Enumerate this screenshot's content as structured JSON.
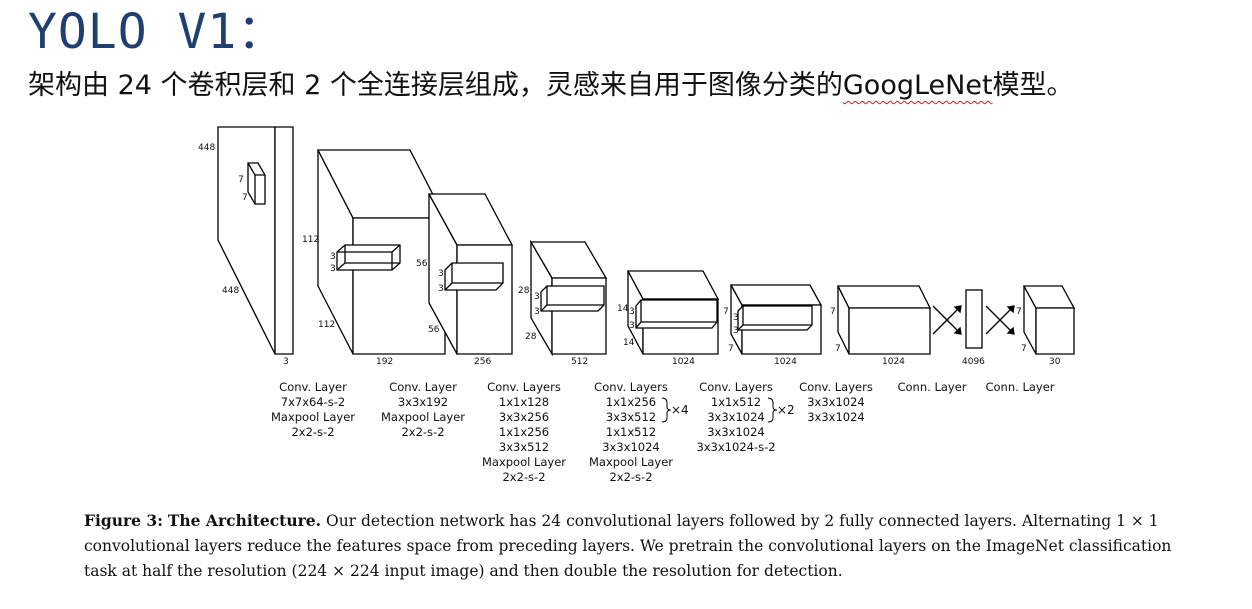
{
  "title": "YOLO V1：",
  "subtitle": {
    "before": "架构由 24 个卷积层和 2 个全连接层组成，灵感来自用于图像分类的",
    "link": "GoogLeNet",
    "after": "模型。"
  },
  "diagram": {
    "input": {
      "h": "448",
      "w": "448",
      "d": "3",
      "k1": "7",
      "k2": "7"
    },
    "blocks": [
      {
        "h": "112",
        "w": "112",
        "d": "192",
        "k1": "3",
        "k2": "3"
      },
      {
        "h": "56",
        "w": "56",
        "d": "256",
        "k1": "3",
        "k2": "3"
      },
      {
        "h": "28",
        "w": "28",
        "d": "512",
        "k1": "3",
        "k2": "3"
      },
      {
        "h": "14",
        "w": "14",
        "d": "1024",
        "k1": "3",
        "k2": "3"
      },
      {
        "h": "7",
        "w": "7",
        "d": "1024",
        "k1": "3",
        "k2": "3"
      },
      {
        "h": "7",
        "w": "7",
        "d": "1024"
      }
    ],
    "fc1": {
      "d": "4096"
    },
    "output": {
      "h": "7",
      "w": "7",
      "d": "30"
    },
    "layers": [
      {
        "lines": [
          "Conv. Layer",
          "7x7x64-s-2",
          "Maxpool Layer",
          "2x2-s-2"
        ]
      },
      {
        "lines": [
          "Conv. Layer",
          "3x3x192",
          "Maxpool Layer",
          "2x2-s-2"
        ]
      },
      {
        "lines": [
          "Conv. Layers",
          "1x1x128",
          "3x3x256",
          "1x1x256",
          "3x3x512",
          "Maxpool Layer",
          "2x2-s-2"
        ]
      },
      {
        "lines": [
          "Conv. Layers",
          "1x1x256",
          "3x3x512",
          "1x1x512",
          "3x3x1024",
          "Maxpool Layer",
          "2x2-s-2"
        ],
        "repeat": "×4"
      },
      {
        "lines": [
          "Conv. Layers",
          "1x1x512",
          "3x3x1024",
          "3x3x1024",
          "3x3x1024-s-2"
        ],
        "repeat": "×2"
      },
      {
        "lines": [
          "Conv. Layers",
          "3x3x1024",
          "3x3x1024"
        ]
      },
      {
        "lines": [
          "Conn. Layer"
        ]
      },
      {
        "lines": [
          "Conn. Layer"
        ]
      }
    ]
  },
  "caption": {
    "label": "Figure 3:",
    "heading": "The Architecture.",
    "text": "Our detection network has 24 convolutional layers followed by 2 fully connected layers. Alternating 1 × 1 convolutional layers reduce the features space from preceding layers. We pretrain the convolutional layers on the ImageNet classification task at half the resolution (224 × 224 input image) and then double the resolution for detection."
  }
}
